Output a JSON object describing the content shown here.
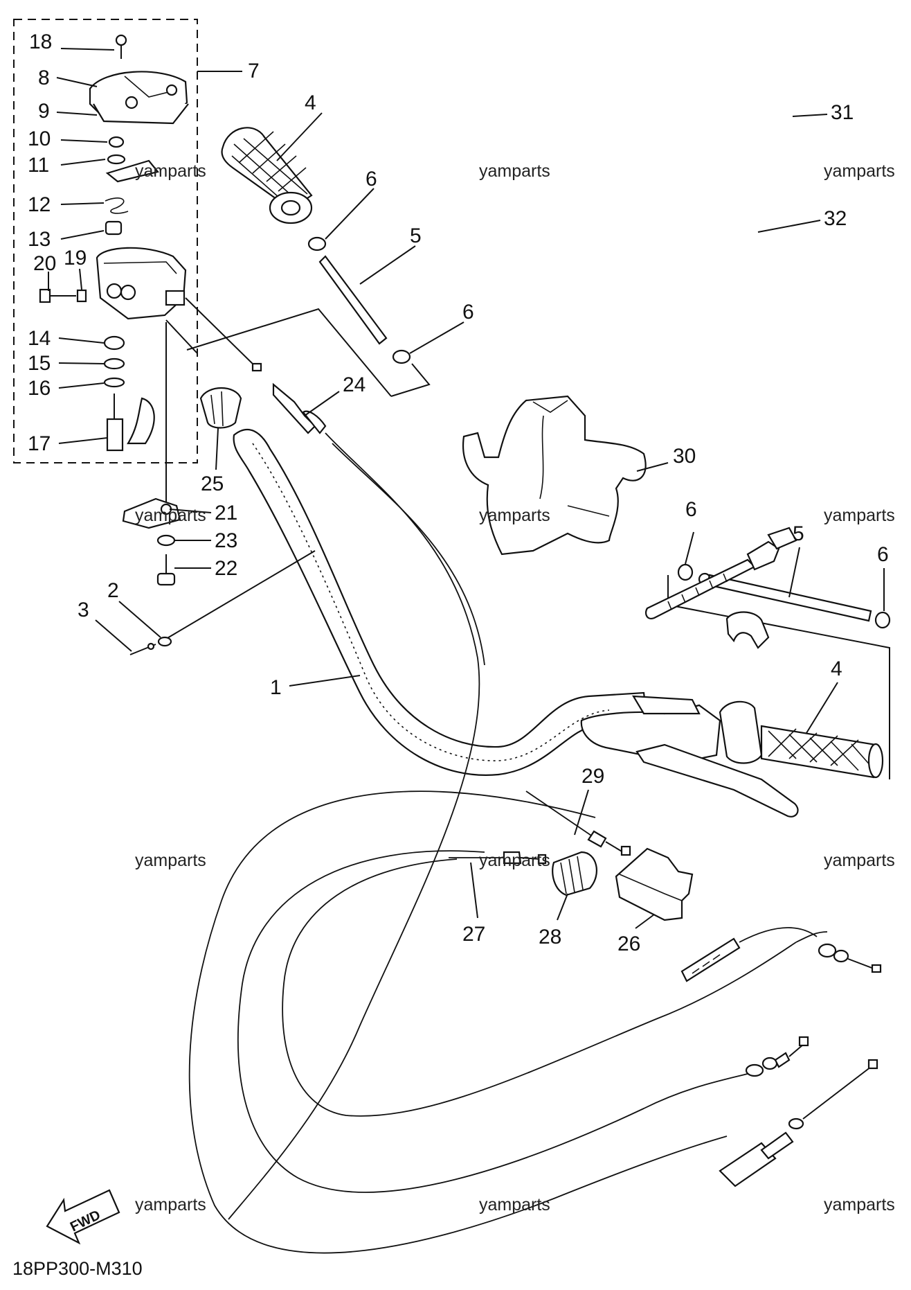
{
  "diagram": {
    "code": "18PP300-M310",
    "fwd_label": "FWD",
    "watermark": "yamparts",
    "callouts": [
      {
        "id": "1",
        "text": "1"
      },
      {
        "id": "2",
        "text": "2"
      },
      {
        "id": "3",
        "text": "3"
      },
      {
        "id": "4a",
        "text": "4"
      },
      {
        "id": "4b",
        "text": "4"
      },
      {
        "id": "5a",
        "text": "5"
      },
      {
        "id": "5b",
        "text": "5"
      },
      {
        "id": "6a",
        "text": "6"
      },
      {
        "id": "6b",
        "text": "6"
      },
      {
        "id": "6c",
        "text": "6"
      },
      {
        "id": "6d",
        "text": "6"
      },
      {
        "id": "7",
        "text": "7"
      },
      {
        "id": "8",
        "text": "8"
      },
      {
        "id": "9",
        "text": "9"
      },
      {
        "id": "10",
        "text": "10"
      },
      {
        "id": "11",
        "text": "11"
      },
      {
        "id": "12",
        "text": "12"
      },
      {
        "id": "13",
        "text": "13"
      },
      {
        "id": "14",
        "text": "14"
      },
      {
        "id": "15",
        "text": "15"
      },
      {
        "id": "16",
        "text": "16"
      },
      {
        "id": "17",
        "text": "17"
      },
      {
        "id": "18",
        "text": "18"
      },
      {
        "id": "19",
        "text": "19"
      },
      {
        "id": "20",
        "text": "20"
      },
      {
        "id": "21",
        "text": "21"
      },
      {
        "id": "22",
        "text": "22"
      },
      {
        "id": "23",
        "text": "23"
      },
      {
        "id": "24",
        "text": "24"
      },
      {
        "id": "25",
        "text": "25"
      },
      {
        "id": "26",
        "text": "26"
      },
      {
        "id": "27",
        "text": "27"
      },
      {
        "id": "28",
        "text": "28"
      },
      {
        "id": "29",
        "text": "29"
      },
      {
        "id": "30",
        "text": "30"
      },
      {
        "id": "31",
        "text": "31"
      },
      {
        "id": "32",
        "text": "32"
      }
    ]
  }
}
